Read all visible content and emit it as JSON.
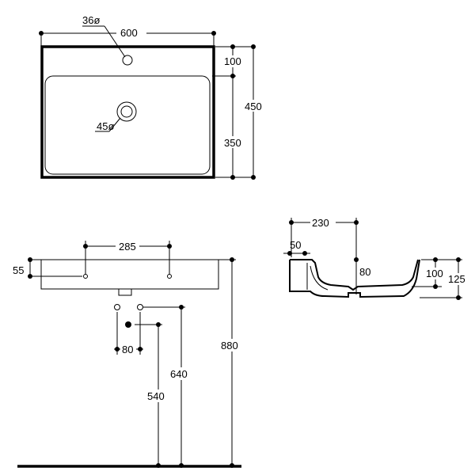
{
  "top_view": {
    "width": "600",
    "tap_hole": "36ø",
    "waste_hole": "45ø",
    "rim_depth": "100",
    "bowl_depth": "350",
    "total_depth": "450"
  },
  "front_view": {
    "bolt_spacing": "285",
    "bolt_height": "55",
    "trap_spacing": "80",
    "trap_height": "540",
    "bolt_mount_height": "640",
    "rim_height": "880"
  },
  "side_view": {
    "depth": "230",
    "offset": "50",
    "bowl_depth": "80",
    "inner_height": "100",
    "total_height": "125"
  }
}
